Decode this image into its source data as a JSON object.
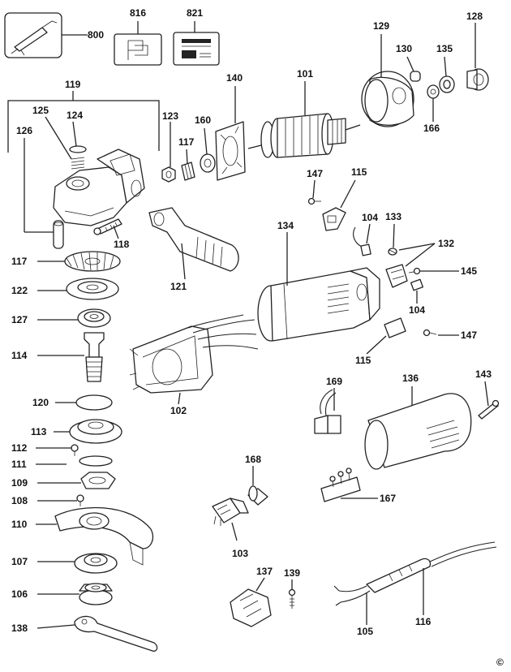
{
  "parts": {
    "p800": "800",
    "p816": "816",
    "p821": "821",
    "p129": "129",
    "p128": "128",
    "p130": "130",
    "p135": "135",
    "p166": "166",
    "p140": "140",
    "p101": "101",
    "p119": "119",
    "p125": "125",
    "p124": "124",
    "p126": "126",
    "p123": "123",
    "p117a": "117",
    "p160": "160",
    "p118": "118",
    "p147a": "147",
    "p115a": "115",
    "p104a": "104",
    "p133": "133",
    "p132": "132",
    "p134": "134",
    "p145": "145",
    "p104b": "104",
    "p147b": "147",
    "p115b": "115",
    "p117b": "117",
    "p122": "122",
    "p121": "121",
    "p127": "127",
    "p114": "114",
    "p102": "102",
    "p120": "120",
    "p169": "169",
    "p136": "136",
    "p143": "143",
    "p113": "113",
    "p112": "112",
    "p111": "111",
    "p109": "109",
    "p108": "108",
    "p168": "168",
    "p167": "167",
    "p110": "110",
    "p103": "103",
    "p107": "107",
    "p137": "137",
    "p139": "139",
    "p106": "106",
    "p105": "105",
    "p116": "116",
    "p138": "138"
  },
  "copyright": "©"
}
